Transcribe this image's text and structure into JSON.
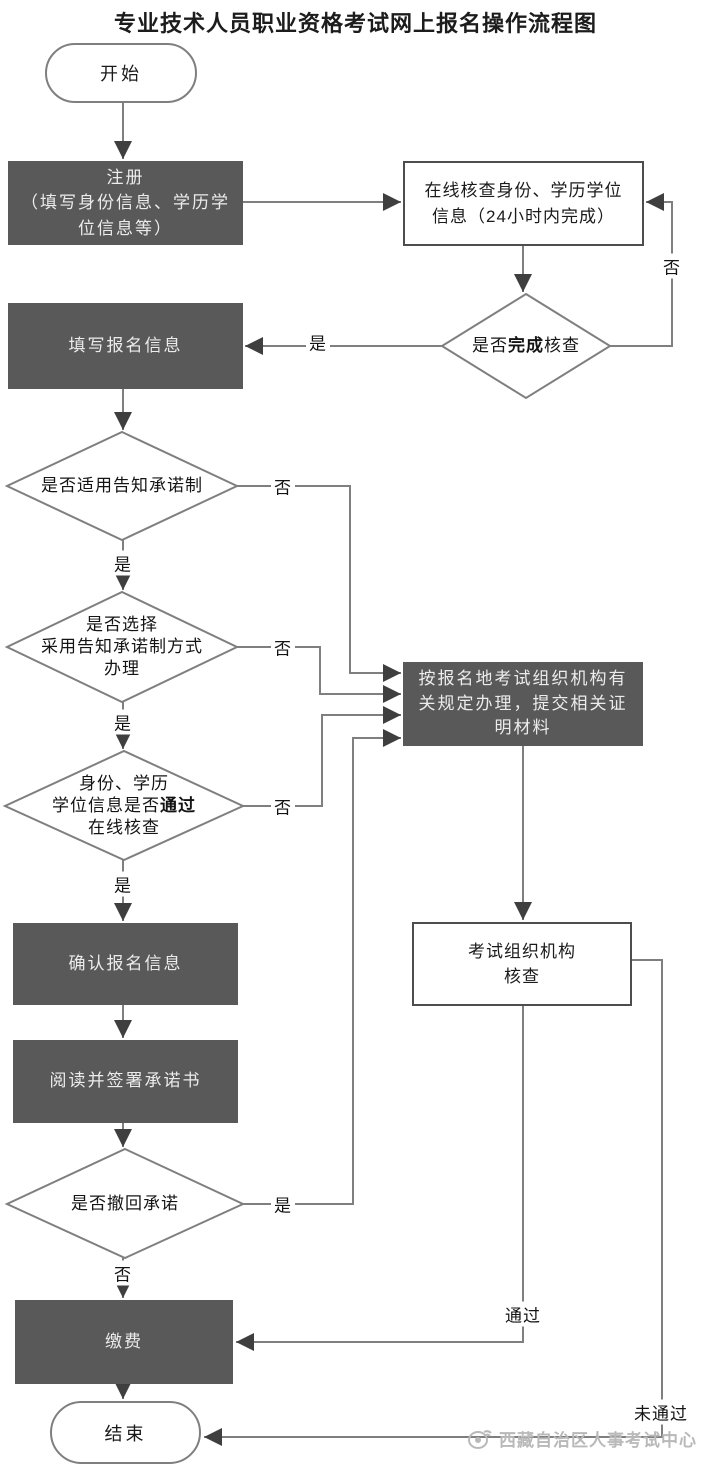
{
  "title": "专业技术人员职业资格考试网上报名操作流程图",
  "colors": {
    "dark_box": "#595959",
    "connector": "#7f7f7f",
    "arrowhead": "#3f3f3f",
    "white_box_border": "#4d4d4d"
  },
  "nodes": {
    "start": {
      "label": "开始"
    },
    "register": {
      "lines": [
        "注册",
        "（填写身份信息、学历学",
        "位信息等）"
      ]
    },
    "online_check": {
      "lines": [
        "在线核查身份、学历学位",
        "信息（24小时内完成）"
      ]
    },
    "check_complete": {
      "pre": "是否",
      "bold": "完成",
      "post": "核查"
    },
    "fill_info": {
      "label": "填写报名信息"
    },
    "apply_promise": {
      "label": "是否适用告知承诺制"
    },
    "choose_promise": {
      "lines": [
        "是否选择",
        "采用告知承诺制方式",
        "办理"
      ]
    },
    "submit_materials": {
      "lines": [
        "按报名地考试组织机构有",
        "关规定办理，提交相关证",
        "明材料"
      ]
    },
    "online_pass": {
      "line1": "身份、学历",
      "line2_pre": "学位信息是否",
      "line2_bold": "通过",
      "line3": "在线核查"
    },
    "confirm_info": {
      "label": "确认报名信息"
    },
    "sign_promise": {
      "label": "阅读并签署承诺书"
    },
    "withdraw_promise": {
      "label": "是否撤回承诺"
    },
    "pay": {
      "label": "缴费"
    },
    "end": {
      "label": "结束"
    },
    "org_check": {
      "lines": [
        "考试组织机构",
        "核查"
      ]
    }
  },
  "edge_labels": {
    "recheck_no": "否",
    "complete_yes": "是",
    "apply_no": "否",
    "apply_yes": "是",
    "choose_no": "否",
    "choose_yes": "是",
    "pass_no": "否",
    "pass_yes": "是",
    "withdraw_yes": "是",
    "withdraw_no": "否",
    "org_pass": "通过",
    "org_fail": "未通过"
  },
  "watermark": {
    "icon": "weibo-logo",
    "text": "西藏自治区人事考试中心"
  }
}
